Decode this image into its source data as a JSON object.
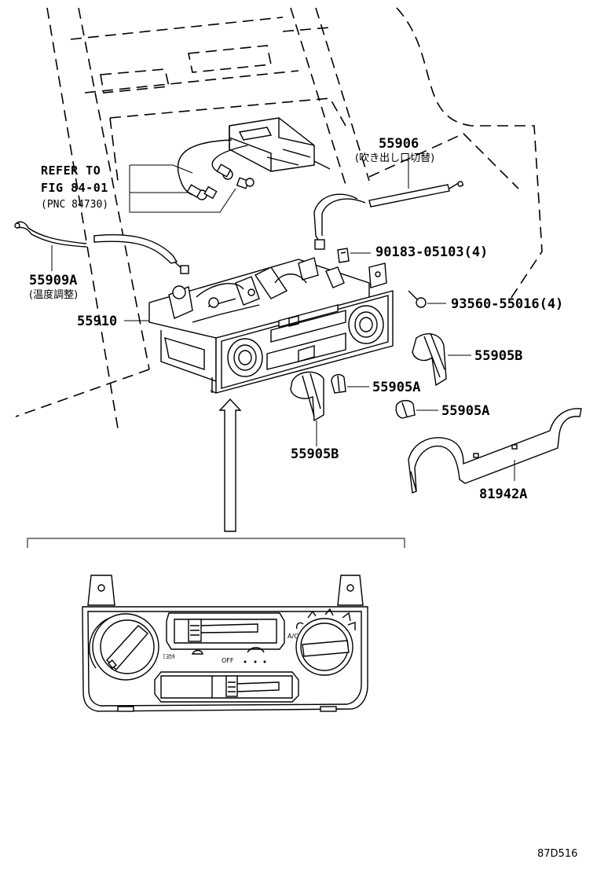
{
  "callouts": {
    "refer_line1": "REFER TO",
    "refer_line2": "FIG 84-01",
    "refer_line3": "(PNC 84730)",
    "p55906": "55906",
    "p55906_sub": "(吹き出し口切替)",
    "p90183": "90183-05103(4)",
    "p93560": "93560-55016(4)",
    "p55909a": "55909A",
    "p55909a_sub": "(温度調整)",
    "p55910": "55910",
    "p55905b_right": "55905B",
    "p55905a_upper": "55905A",
    "p55905a_lower": "55905A",
    "p55905b_lower": "55905B",
    "p81942a": "81942A"
  },
  "panel_text": {
    "mode_label": "ﾐﾖｶｷ",
    "off_label": "OFF",
    "ac_label": "A/C"
  },
  "figure_code": "87D516"
}
